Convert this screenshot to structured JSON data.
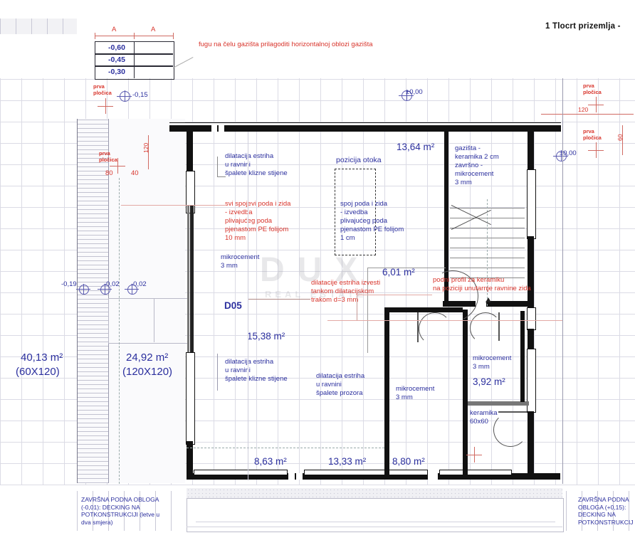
{
  "document": {
    "title": "1 Tlocrt prizemlja -",
    "drawing_label": "D05",
    "watermark": "DUX",
    "watermark_sub": "REAL ESTATE"
  },
  "elevations": {
    "step_table": [
      "-0,60",
      "-0,45",
      "-0,30"
    ],
    "level_minus_015": "-0,15",
    "level_zero_top": "±0,00",
    "level_zero_right": "±0,00",
    "level_minus_019": "-0,19",
    "level_minus_002_a": "-0,02",
    "level_minus_002_b": "-0,02"
  },
  "dimensions": {
    "axis_a_left": "A",
    "axis_a_right": "A",
    "d_120_left": "120",
    "d_80": "80",
    "d_40": "40",
    "d_120_right": "120",
    "d_60_right": "60"
  },
  "tile_markers": {
    "marker_1": "prva\npločica",
    "marker_2": "prva\npločica",
    "marker_3": "prva\npločica",
    "marker_4": "prva\npločica"
  },
  "annotations": {
    "top_red_note": "fugu na čelu gazišta prilagoditi horizontalnoj oblozi gazišta",
    "dilatation_note_1": "dilatacija estriha\nu ravnini\nšpalete klizne stijene",
    "floor_wall_joint_red": "svi spojevi poda i zida\n- izvedba\nplivajućeg poda\npjenastom PE folijom\n10 mm",
    "island_position": "pozicija otoka",
    "floor_wall_joint_blue": "spoj poda i zida\n- izvedba\nplivajućeg poda\npjenastom PE folijom\n1 cm",
    "mikrocement_main": "mikrocement\n3 mm",
    "dilatation_tape_red": "dilatacije estriha izvesti\ntankom dilatacijskom\ntrakom d=3 mm",
    "floor_profile_red": "podni profil za keramiku\nna poziciji unutarnje ravnine zida",
    "stairs_finish": "gazišta -\nkeramika 2 cm\nzavršno -\nmikrocement\n3 mm",
    "dilatation_note_2": "dilatacija estriha\nu ravnini\nšpalete klizne stijene",
    "dilatation_note_3": "dilatacija estriha\nu ravnini\nšpalete prozora",
    "mikrocement_room_a": "mikrocement\n3 mm",
    "mikrocement_room_b": "mikrocement\n3 mm",
    "keramika_6060": "keramika\n60x60",
    "bottom_left_note": "ZAVRŠNA PODNA OBLOGA\n(-0,01): DECKING NA\nPOTKONSTRUKCIJI (letve u\ndva smjera)",
    "bottom_right_note": "ZAVRŠNA PODNA\nOBLOGA (+0,15):\nDECKING NA\nPOTKONSTRUKCIJ"
  },
  "areas": [
    {
      "id": "terrace-left",
      "label": "40,13 m²",
      "sublabel": "(60X120)"
    },
    {
      "id": "terrace-inner",
      "label": "24,92 m²",
      "sublabel": "(120X120)"
    },
    {
      "id": "living-kitchen",
      "label": "13,64 m²",
      "sublabel": ""
    },
    {
      "id": "hall",
      "label": "6,01 m²",
      "sublabel": ""
    },
    {
      "id": "living-main",
      "label": "15,38 m²",
      "sublabel": ""
    },
    {
      "id": "room-left",
      "label": "8,63 m²",
      "sublabel": ""
    },
    {
      "id": "room-mid",
      "label": "13,33 m²",
      "sublabel": ""
    },
    {
      "id": "room-right",
      "label": "8,80 m²",
      "sublabel": ""
    },
    {
      "id": "bathroom",
      "label": "3,92 m²",
      "sublabel": ""
    }
  ],
  "colors": {
    "blue_text": "#2b2f9e",
    "red_text": "#d8342b",
    "wall": "#111111",
    "grid": "#cfcfdd"
  }
}
